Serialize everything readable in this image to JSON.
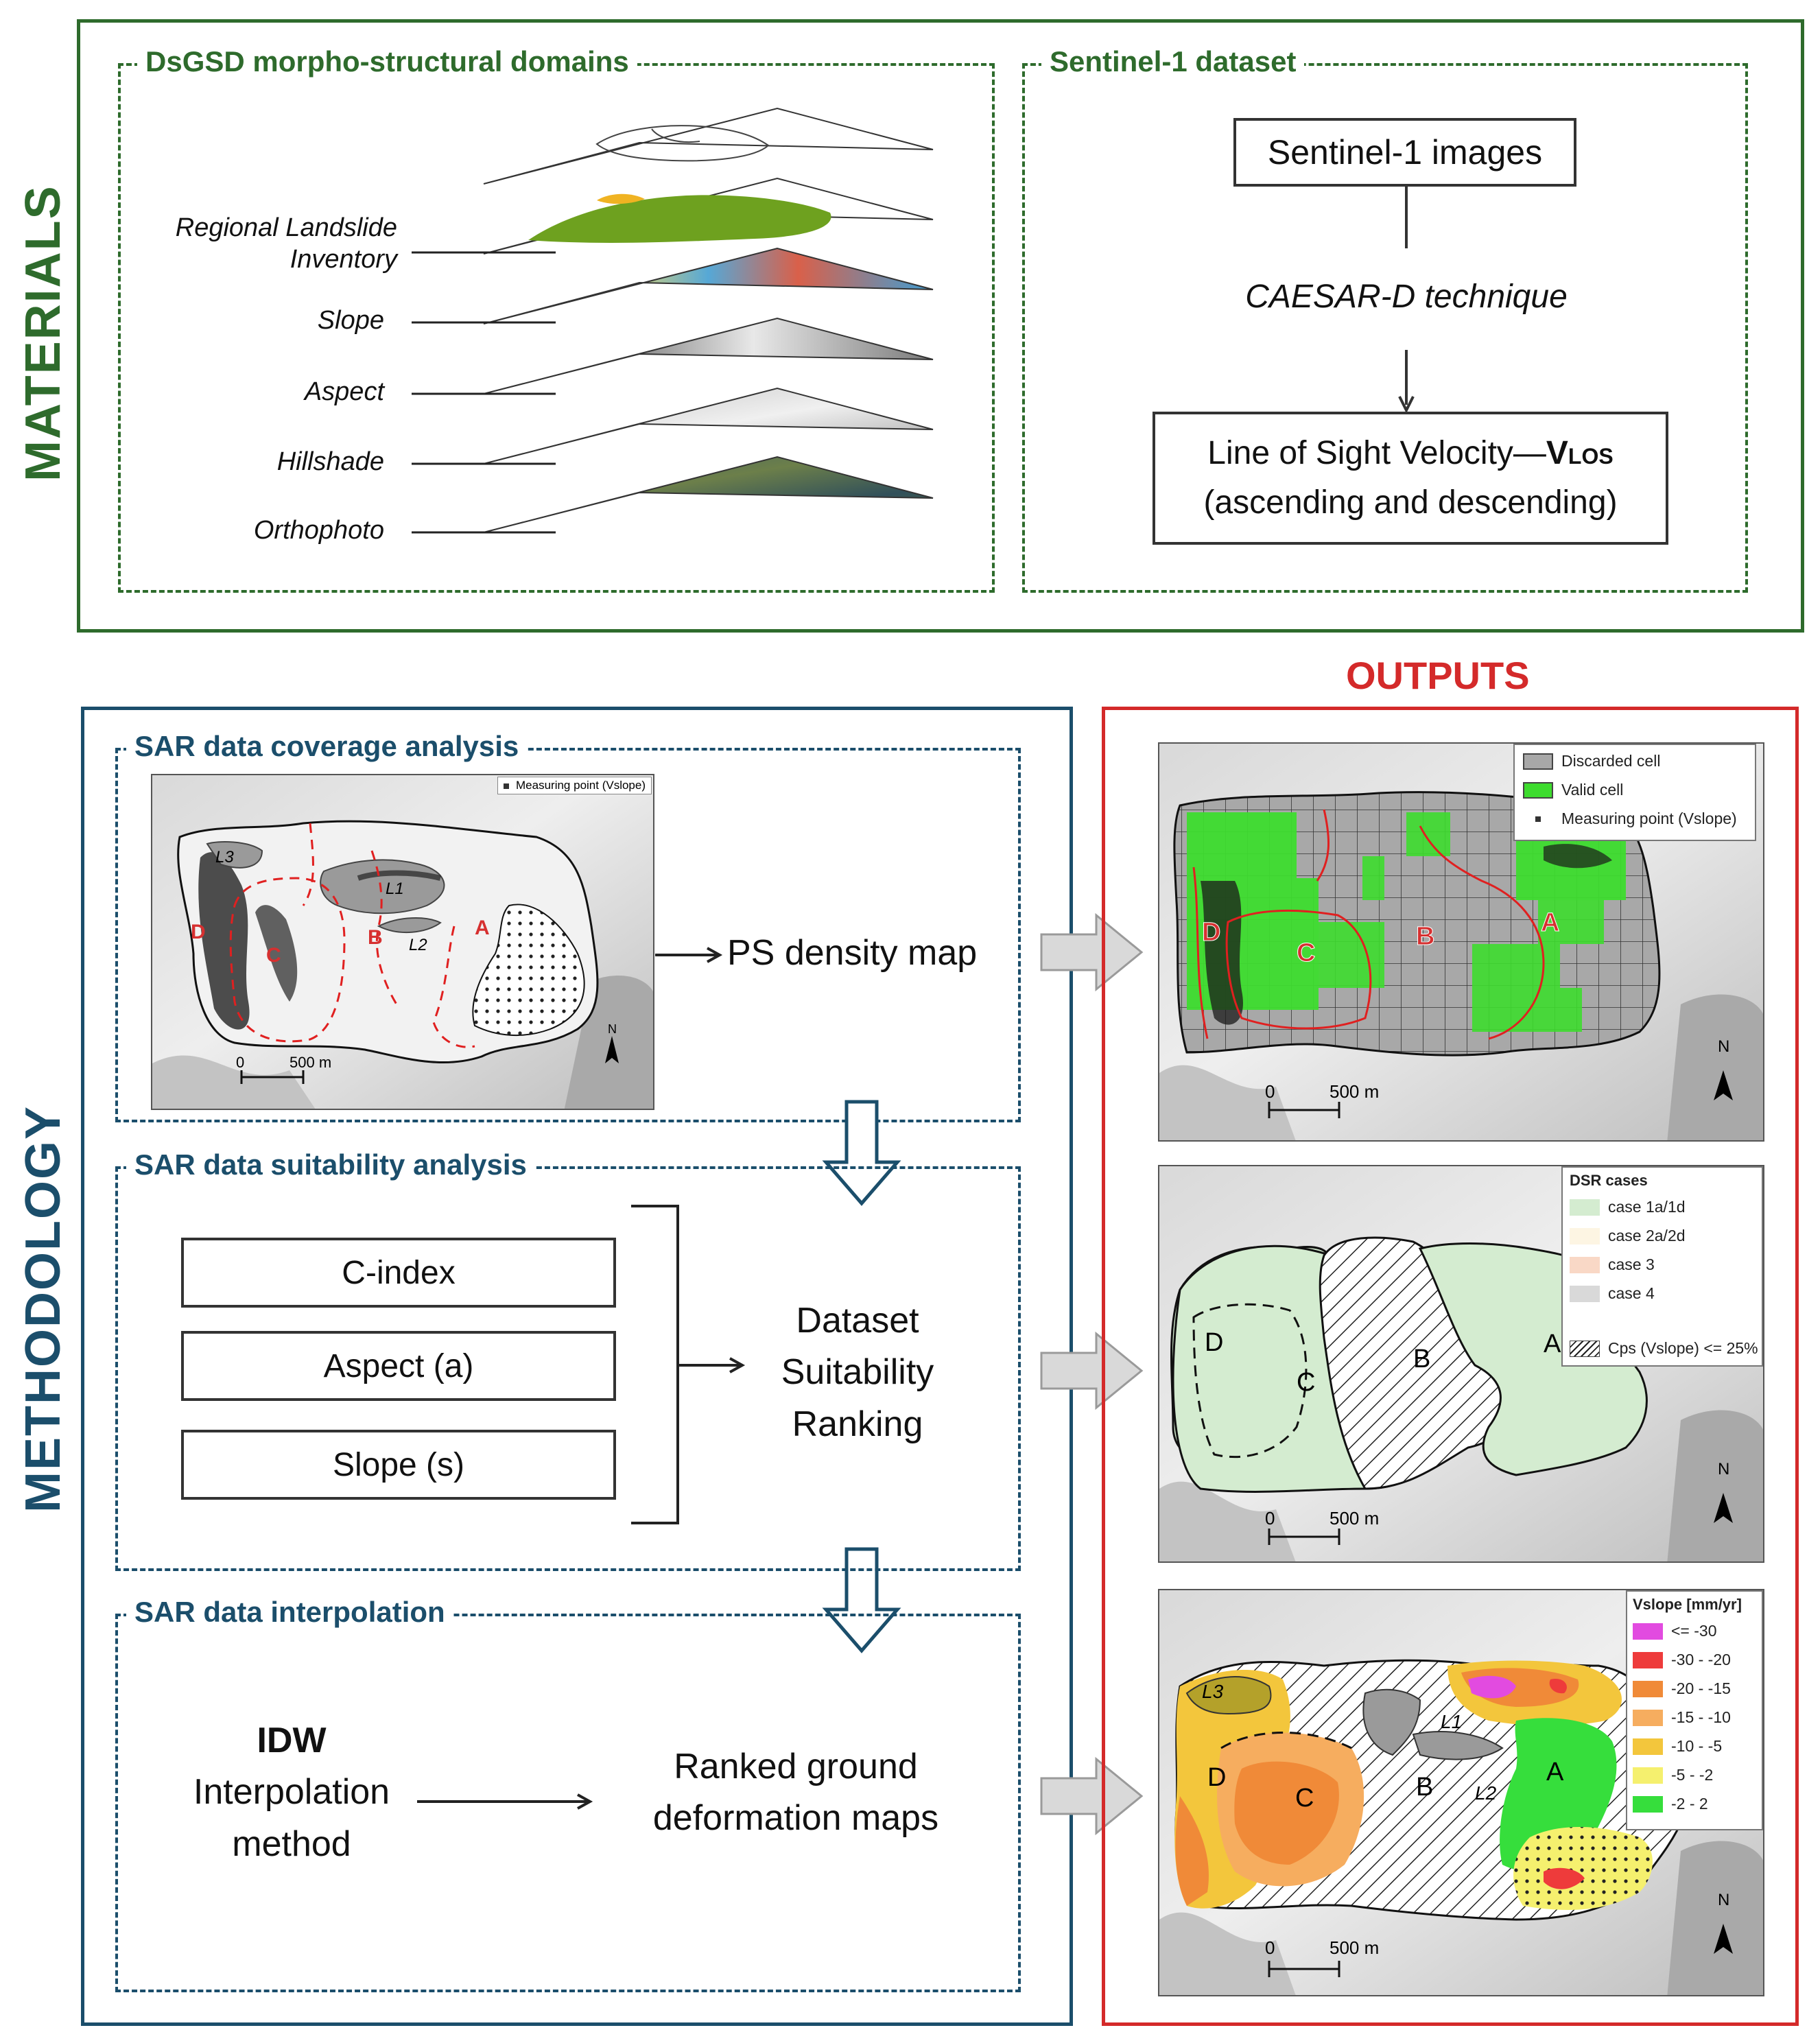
{
  "materials": {
    "side_title": "MATERIALS",
    "dsgsd": {
      "title": "DsGSD morpho-structural domains",
      "layers": [
        "Regional Landslide Inventory",
        "Slope",
        "Aspect",
        "Hillshade",
        "Orthophoto"
      ]
    },
    "sentinel": {
      "title": "Sentinel-1 dataset",
      "images_box": "Sentinel-1 images",
      "technique": "CAESAR-D technique",
      "velocity_line1": "Line of Sight Velocity—",
      "velocity_symbol": "V",
      "velocity_subscript": "LOS",
      "velocity_line2": "(ascending and descending)"
    }
  },
  "methodology": {
    "side_title": "METHODOLOGY",
    "coverage": {
      "title": "SAR data coverage analysis",
      "map_legend": "Measuring point (Vslope)",
      "labels": [
        "L3",
        "L1",
        "D",
        "C",
        "B",
        "L2",
        "A"
      ],
      "scale_0": "0",
      "scale_500": "500 m",
      "north": "N",
      "result": "PS density map"
    },
    "suitability": {
      "title": "SAR data suitability analysis",
      "factors": [
        "C-index",
        "Aspect (a)",
        "Slope (s)"
      ],
      "result_line1": "Dataset",
      "result_line2": "Suitability",
      "result_line3": "Ranking"
    },
    "interpolation": {
      "title": "SAR data interpolation",
      "method_bold": "IDW",
      "method_line2": "Interpolation",
      "method_line3": "method",
      "result_line1": "Ranked ground",
      "result_line2": "deformation maps"
    }
  },
  "outputs": {
    "title": "OUTPUTS",
    "map1": {
      "legend": [
        {
          "label": "Discarded cell",
          "color": "#a8a8a8"
        },
        {
          "label": "Valid cell",
          "color": "#3ddc2e"
        },
        {
          "label": "Measuring point (Vslope)",
          "color": "#333333"
        }
      ],
      "labels": [
        "D",
        "C",
        "B",
        "A"
      ],
      "scale_0": "0",
      "scale_500": "500 m",
      "north": "N"
    },
    "map2": {
      "legend_title": "DSR cases",
      "legend": [
        {
          "label": "case 1a/1d",
          "color": "#d4ecd0"
        },
        {
          "label": "case 2a/2d",
          "color": "#fdf5e3"
        },
        {
          "label": "case 3",
          "color": "#f9d8c6"
        },
        {
          "label": "case 4",
          "color": "#d9d9d9"
        }
      ],
      "hatch_label": "Cps (Vslope) <= 25%",
      "labels": [
        "D",
        "C",
        "B",
        "A"
      ],
      "scale_0": "0",
      "scale_500": "500 m",
      "north": "N"
    },
    "map3": {
      "legend_title": "Vslope [mm/yr]",
      "legend": [
        {
          "label": "<= -30",
          "color": "#e24be0"
        },
        {
          "label": "-30 - -20",
          "color": "#ee3b3b"
        },
        {
          "label": "-20 - -15",
          "color": "#f08a38"
        },
        {
          "label": "-15 - -10",
          "color": "#f6ad5f"
        },
        {
          "label": "-10 - -5",
          "color": "#f3c63c"
        },
        {
          "label": "-5 - -2",
          "color": "#f5f06e"
        },
        {
          "label": "-2 - 2",
          "color": "#36de3c"
        }
      ],
      "labels": [
        "L3",
        "L1",
        "D",
        "C",
        "B",
        "L2",
        "A"
      ],
      "scale_0": "0",
      "scale_500": "500 m",
      "north": "N"
    }
  },
  "colors": {
    "materials": "#2e6b2c",
    "methodology": "#1b4e6b",
    "outputs": "#d42a2a"
  }
}
